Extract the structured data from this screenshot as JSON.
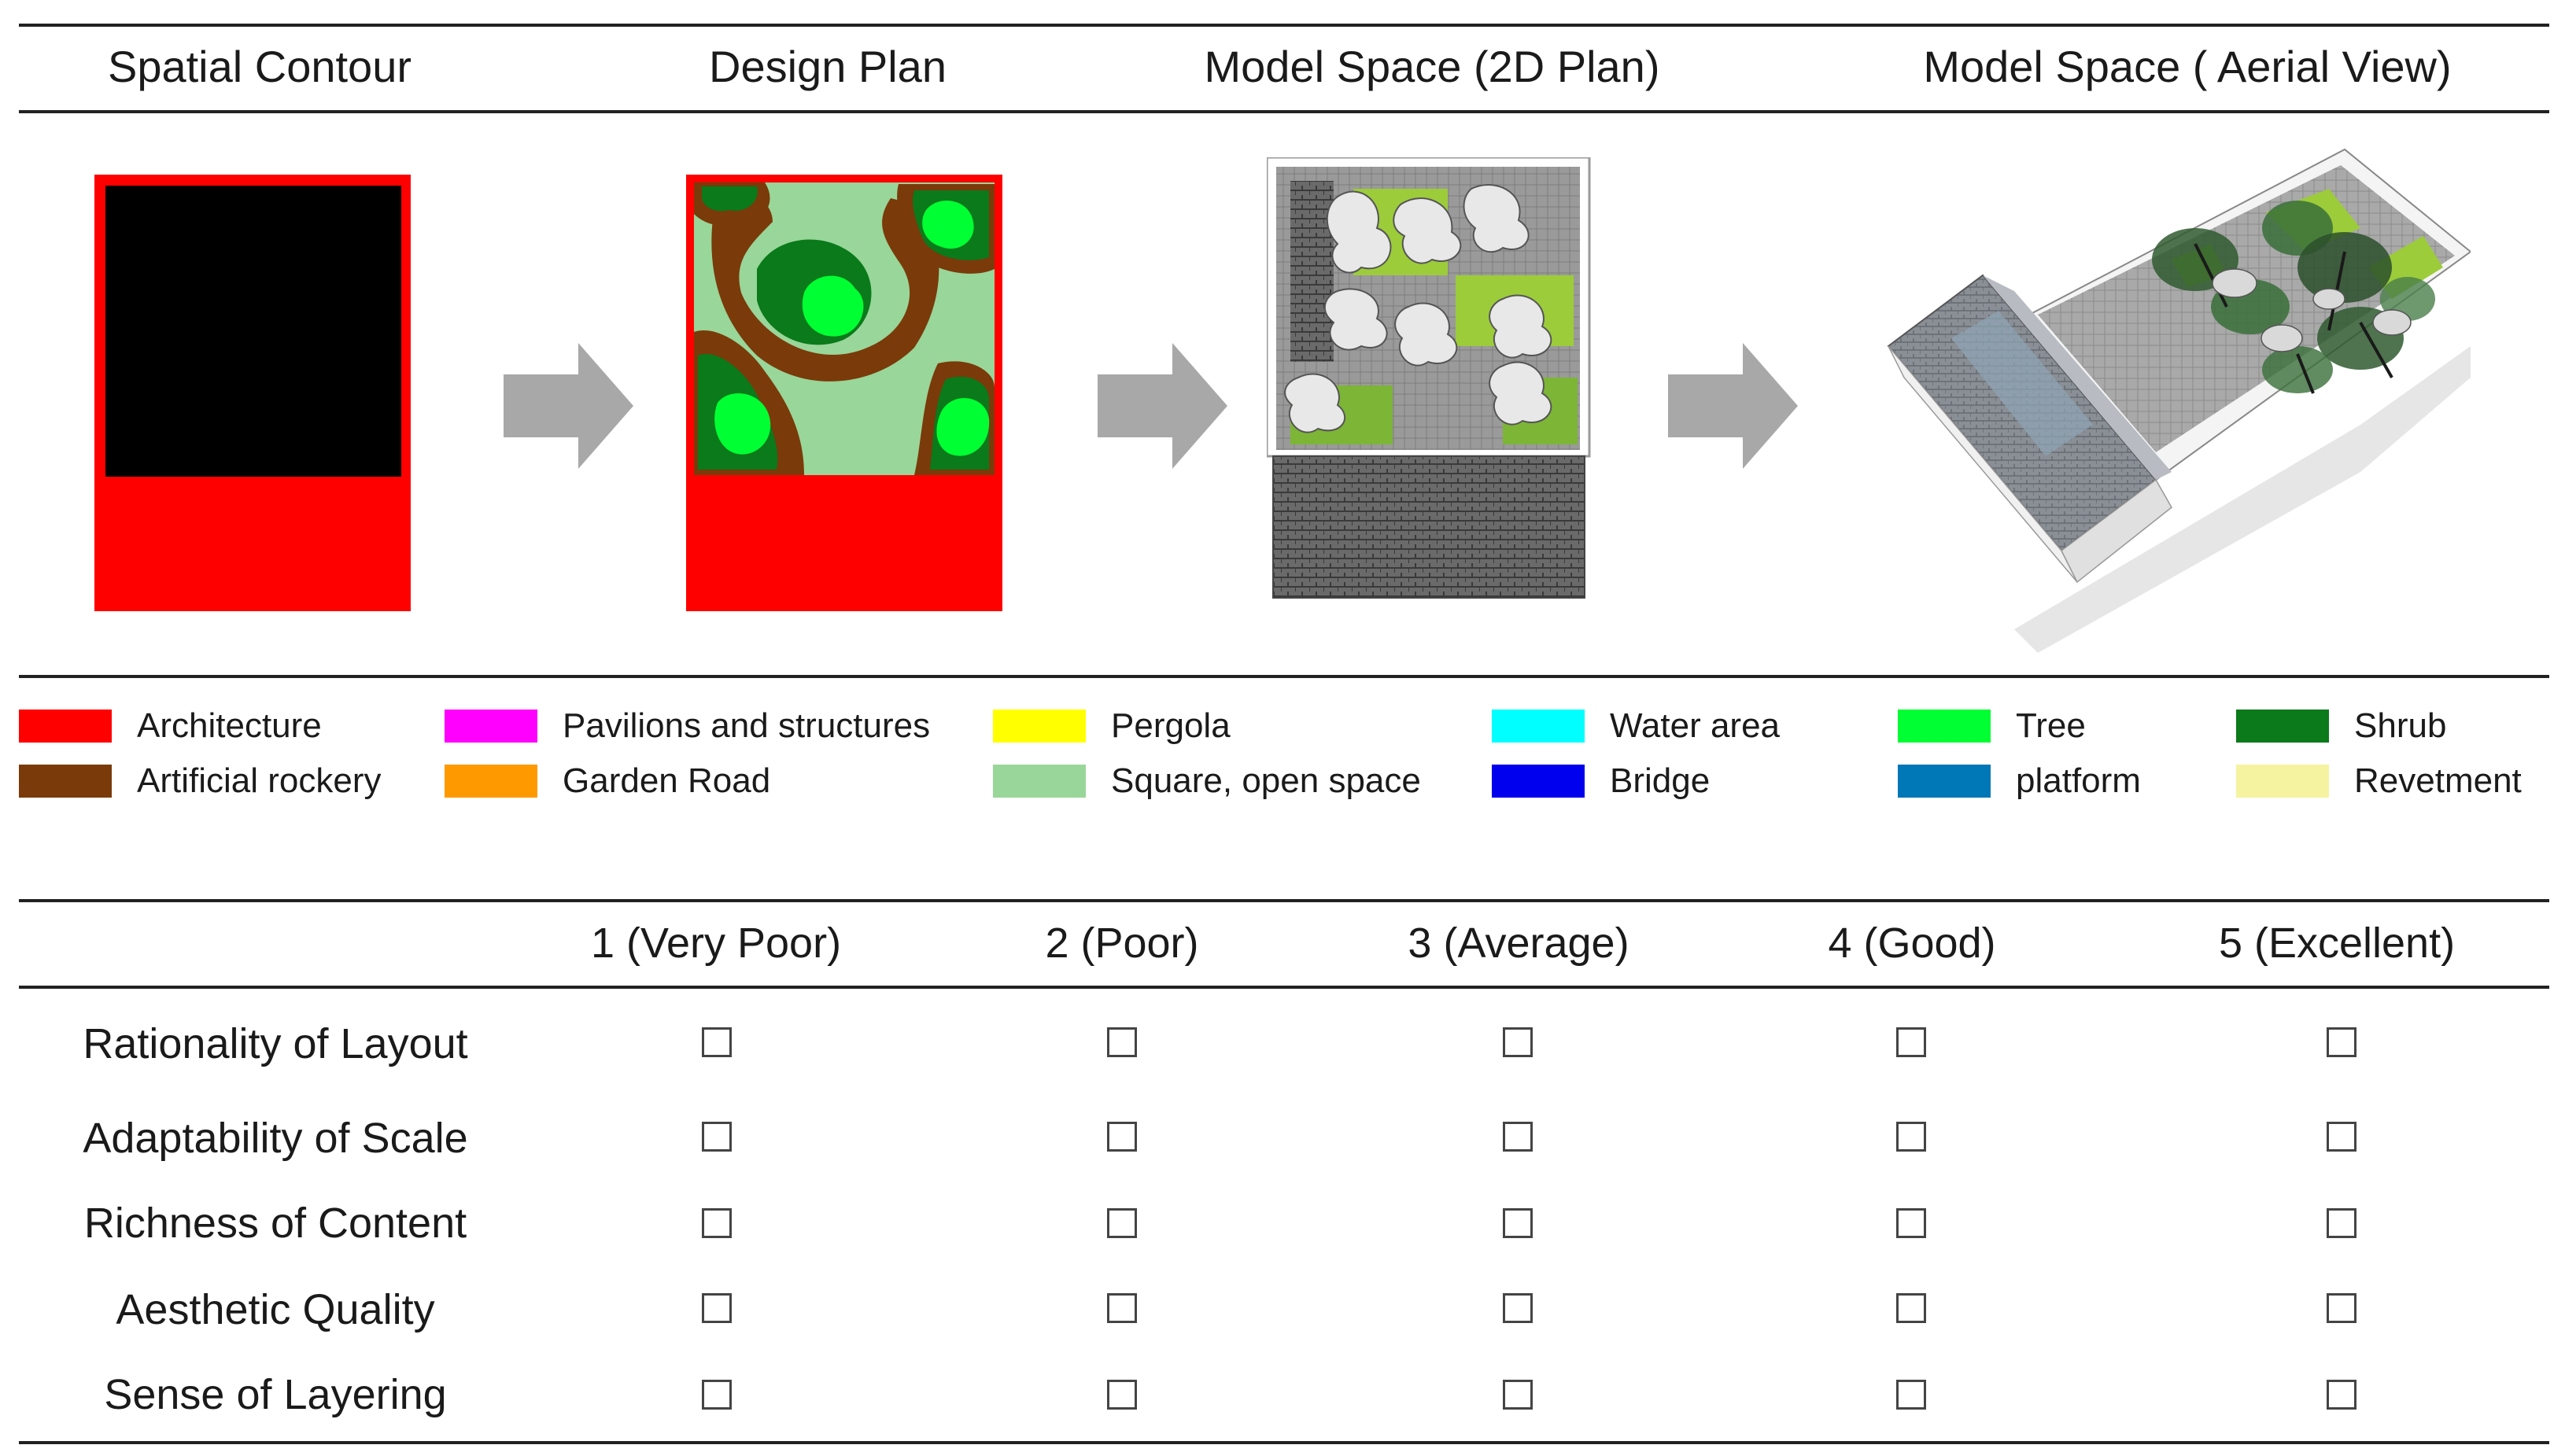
{
  "headers": {
    "spatial_contour": "Spatial Contour",
    "design_plan": "Design Plan",
    "model_2d": "Model Space (2D Plan)",
    "model_aerial": "Model Space ( Aerial View)"
  },
  "legend": [
    {
      "label": "Architecture",
      "color": "#ff0000"
    },
    {
      "label": "Artificial rockery",
      "color": "#7a3a0a"
    },
    {
      "label": "Pavilions and structures",
      "color": "#ff00ff"
    },
    {
      "label": "Garden Road",
      "color": "#ff9900"
    },
    {
      "label": "Pergola",
      "color": "#ffff00"
    },
    {
      "label": "Square, open space",
      "color": "#99d699"
    },
    {
      "label": "Water area",
      "color": "#00ffff"
    },
    {
      "label": "Bridge",
      "color": "#0000ee"
    },
    {
      "label": "Tree",
      "color": "#00ff33"
    },
    {
      "label": "platform",
      "color": "#0077b6"
    },
    {
      "label": "Shrub",
      "color": "#0a7a1a"
    },
    {
      "label": "Revetment",
      "color": "#f5f3a0"
    }
  ],
  "ratings": {
    "scale": [
      "1 (Very Poor)",
      "2 (Poor)",
      "3 (Average)",
      "4 (Good)",
      "5 (Excellent)"
    ],
    "criteria": [
      "Rationality of Layout",
      "Adaptability of Scale",
      "Richness of Content",
      "Aesthetic Quality",
      "Sense of Layering"
    ]
  },
  "colors": {
    "architecture_red": "#ff0000",
    "contour_black": "#000000",
    "arrow_gray": "#a8a8a8"
  }
}
